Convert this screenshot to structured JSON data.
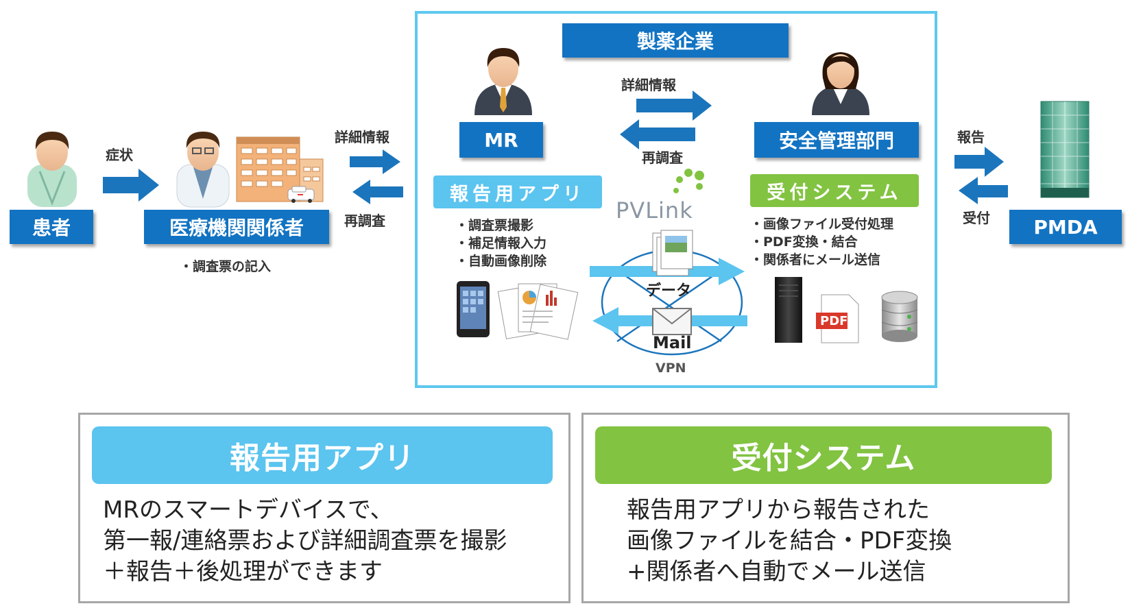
{
  "entities": {
    "patient": "患者",
    "medical": "医療機関関係者",
    "pharma": "製薬企業",
    "mr": "MR",
    "safety": "安全管理部門",
    "pmda": "PMDA"
  },
  "flows": {
    "symptom": "症状",
    "detail_left": "詳細情報",
    "reinvest_left": "再調査",
    "detail_center": "詳細情報",
    "reinvest_center": "再調査",
    "report": "報告",
    "accept": "受付"
  },
  "medical_note": "・調査票の記入",
  "app": {
    "tag": "報告用アプリ",
    "bullets": [
      "・調査票撮影",
      "・補足情報入力",
      "・自動画像削除"
    ]
  },
  "system": {
    "tag": "受付システム",
    "bullets": [
      "・画像ファイル受付処理",
      "・PDF変換・結合",
      "・関係者にメール送信"
    ]
  },
  "network": {
    "logo": "PVLink",
    "data_label": "データ",
    "mail_label": "Mail",
    "vpn_label": "VPN",
    "pdf_label": "PDF"
  },
  "panels": {
    "left": {
      "title": "報告用アプリ",
      "lines": [
        "MRのスマートデバイスで、",
        "第一報/連絡票および詳細調査票を撮影",
        "＋報告＋後処理ができます"
      ]
    },
    "right": {
      "title": "受付システム",
      "lines": [
        "報告用アプリから報告された",
        "画像ファイルを結合・PDF変換",
        "+関係者へ自動でメール送信"
      ]
    }
  },
  "colors": {
    "label_blue": "#1273c2",
    "arrow_blue": "#1b75bc",
    "app_cyan": "#5bc4ef",
    "system_green": "#82c341",
    "frame_cyan": "#5ec8ef"
  }
}
